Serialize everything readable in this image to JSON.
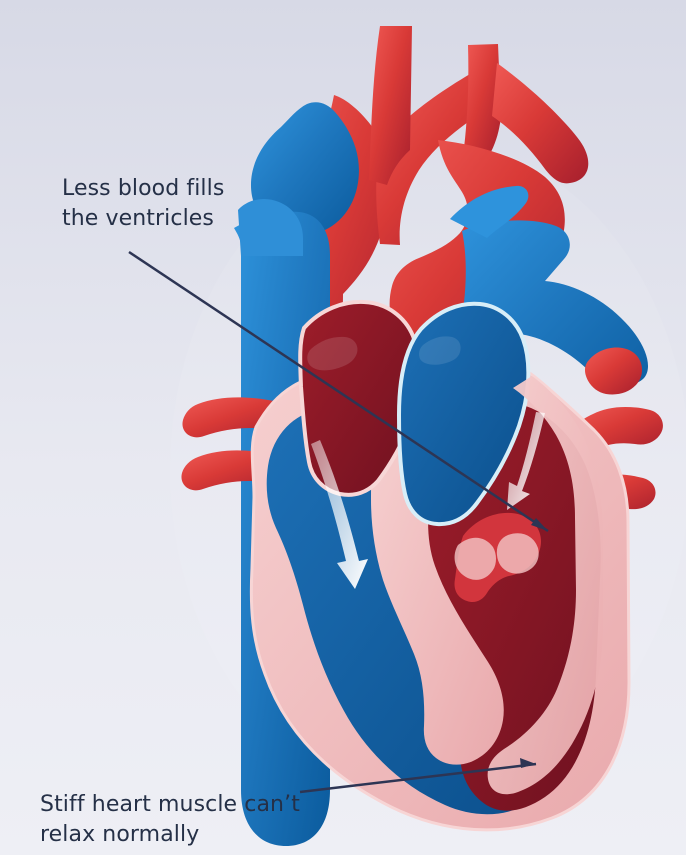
{
  "diagram": {
    "annotations": {
      "ventricles_line1": "Less blood fills",
      "ventricles_line2": "the ventricles",
      "muscle_line1": "Stiff heart muscle can’t",
      "muscle_line2": "relax normally"
    }
  },
  "colors": {
    "background": "#dfe1ec",
    "red_vessel": "#d93a37",
    "dark_red_chamber": "#7d1522",
    "blue_vessel": "#1f78bf",
    "dark_blue_chamber": "#0f5a99",
    "pink_wall": "#f3c2c2",
    "annotation_line": "#2d3554"
  },
  "icons": {
    "ventricle_flow_left": "white-arrow-icon",
    "ventricle_flow_right": "white-arrow-icon"
  }
}
